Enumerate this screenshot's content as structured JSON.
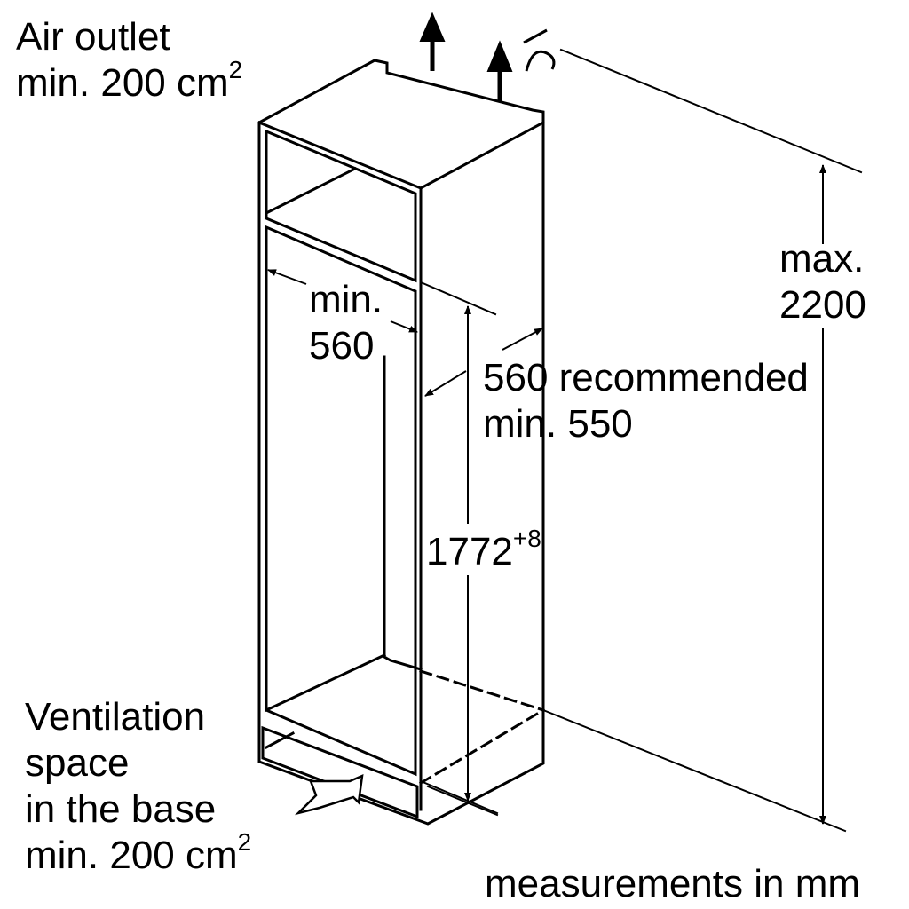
{
  "air_outlet": {
    "line1": "Air outlet",
    "line2": "min. 200 cm",
    "sup": "2"
  },
  "ventilation": {
    "line1": "Ventilation",
    "line2": "space",
    "line3": "in the base",
    "line4": "min. 200 cm",
    "sup": "2"
  },
  "niche_width": {
    "line1": "min.",
    "line2": "560"
  },
  "niche_depth": {
    "line1": "560 recommended",
    "line2": "min. 550"
  },
  "niche_height": {
    "value": "1772",
    "tolerance": "+8"
  },
  "max_height": {
    "line1": "max.",
    "line2": "2200"
  },
  "units_note": "measurements in mm",
  "colors": {
    "line": "#000000",
    "background": "#ffffff"
  },
  "icons": [
    "arrow-up-icon",
    "arrow-up-icon",
    "ceiling-mark-icon",
    "inflow-arrow-icon"
  ]
}
